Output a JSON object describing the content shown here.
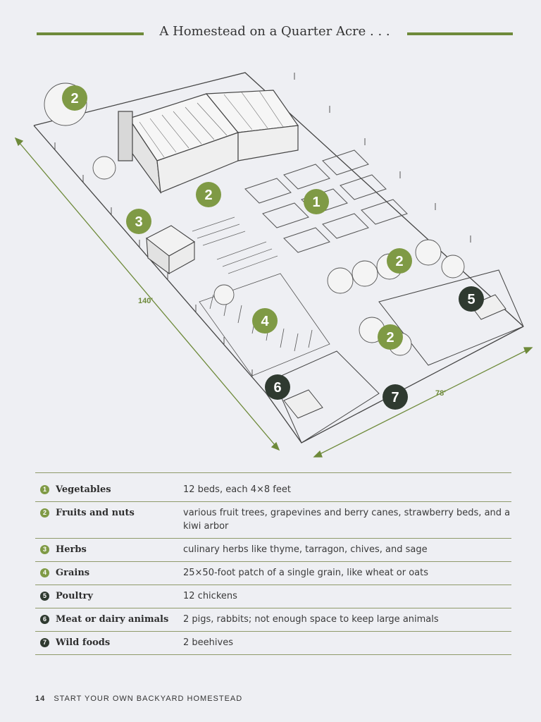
{
  "title": "A Homestead on a Quarter Acre . . .",
  "dimensions": {
    "length": "140'",
    "width": "78'"
  },
  "map_markers": [
    "1",
    "2",
    "2",
    "2",
    "2",
    "3",
    "4",
    "5",
    "6",
    "7"
  ],
  "legend": [
    {
      "num": "1",
      "category": "Vegetables",
      "description": "12 beds, each 4×8 feet",
      "style": "green"
    },
    {
      "num": "2",
      "category": "Fruits and nuts",
      "description": "various fruit trees, grapevines and berry canes, strawberry beds, and a kiwi arbor",
      "style": "green"
    },
    {
      "num": "3",
      "category": "Herbs",
      "description": "culinary herbs like thyme, tarragon, chives, and sage",
      "style": "green"
    },
    {
      "num": "4",
      "category": "Grains",
      "description": "25×50-foot patch of a single grain, like wheat or oats",
      "style": "green"
    },
    {
      "num": "5",
      "category": "Poultry",
      "description": "12 chickens",
      "style": "dark"
    },
    {
      "num": "6",
      "category": "Meat or dairy animals",
      "description": "2 pigs, rabbits; not enough space to keep large animals",
      "style": "dark"
    },
    {
      "num": "7",
      "category": "Wild foods",
      "description": "2 beehives",
      "style": "dark"
    }
  ],
  "footer": {
    "page_number": "14",
    "book_title": "START YOUR OWN BACKYARD HOMESTEAD"
  },
  "colors": {
    "green": "#7f9a45",
    "dark": "#2f3a30",
    "rule": "#6e8a3a"
  }
}
